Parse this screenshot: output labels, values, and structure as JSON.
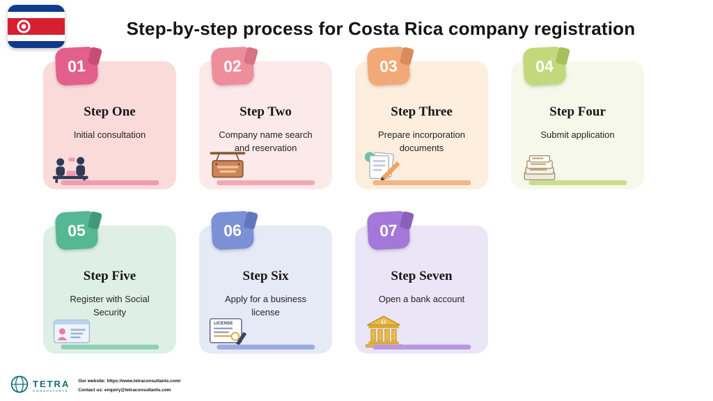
{
  "header": {
    "title": "Step-by-step process for Costa Rica company registration"
  },
  "flag": {
    "name": "costa-rica-flag",
    "colors": {
      "blue": "#103a8e",
      "white": "#ffffff",
      "red": "#d62030"
    }
  },
  "steps": [
    {
      "number": "01",
      "title": "Step One",
      "description": "Initial consultation",
      "icon": "consultation-icon",
      "badge_color": "#e4608c",
      "badge_dark_color": "#c74d74",
      "card_color": "#fbdada",
      "bar_color": "#f09cae"
    },
    {
      "number": "02",
      "title": "Step Two",
      "description": "Company name search and reservation",
      "icon": "signboard-icon",
      "badge_color": "#ee8e9d",
      "badge_dark_color": "#d67384",
      "card_color": "#fce9ea",
      "bar_color": "#f4a8b4"
    },
    {
      "number": "03",
      "title": "Step Three",
      "description": "Prepare incorporation documents",
      "icon": "documents-icon",
      "badge_color": "#f2a877",
      "badge_dark_color": "#d98c59",
      "card_color": "#fdeede",
      "bar_color": "#f5b585"
    },
    {
      "number": "04",
      "title": "Step Four",
      "description": "Submit application",
      "icon": "paper-stack-icon",
      "badge_color": "#c3d87b",
      "badge_dark_color": "#a7bf5d",
      "card_color": "#f6f8ea",
      "bar_color": "#cbdd8c"
    },
    {
      "number": "05",
      "title": "Step Five",
      "description": "Register with Social Security",
      "icon": "id-card-icon",
      "badge_color": "#56b795",
      "badge_dark_color": "#41997a",
      "card_color": "#def0e6",
      "bar_color": "#8ed2b6"
    },
    {
      "number": "06",
      "title": "Step Six",
      "description": "Apply for a business license",
      "icon": "license-icon",
      "badge_color": "#7c90d5",
      "badge_dark_color": "#6276bb",
      "card_color": "#e6e9f6",
      "bar_color": "#9dabe0"
    },
    {
      "number": "07",
      "title": "Step Seven",
      "description": "Open a bank account",
      "icon": "bank-icon",
      "badge_color": "#a378d8",
      "badge_dark_color": "#8a60bd",
      "card_color": "#ebe5f8",
      "bar_color": "#b897e3"
    }
  ],
  "footer": {
    "logo_name": "TETRA",
    "logo_sub": "CONSULTANTS",
    "website_line": "Our website: https://www.tetraconsultants.com/",
    "contact_line": "Contact us: enquiry@tetraconsultants.com",
    "logo_color": "#0f6f74"
  }
}
